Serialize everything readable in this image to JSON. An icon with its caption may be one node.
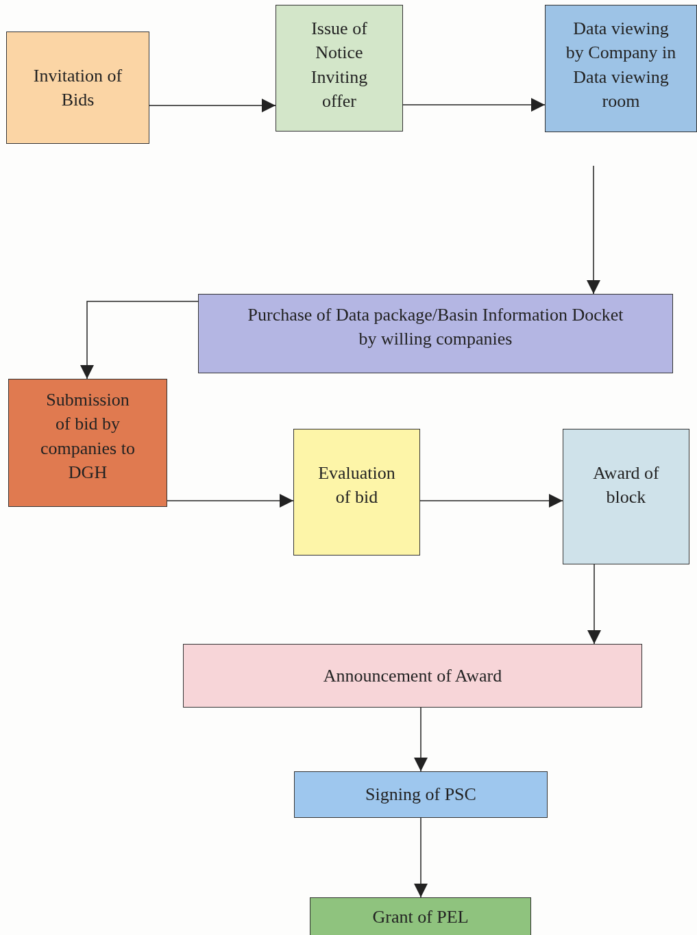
{
  "diagram": {
    "nodes": [
      {
        "text": [
          "Invitation of Bids"
        ]
      },
      {
        "text": [
          "Issue of Notice Inviting offer"
        ]
      },
      {
        "text": [
          "Data viewing by Company in Data viewing room"
        ]
      },
      {
        "text": [
          "Purchase of Data package/Basin Information Docket by willing companies"
        ]
      },
      {
        "text": [
          "Submission of bid by companies to DGH"
        ]
      },
      {
        "text": [
          "Evaluation of bid"
        ]
      },
      {
        "text": [
          "Award of block"
        ]
      },
      {
        "text": [
          "Announcement of Award"
        ]
      },
      {
        "text": [
          "Signing of PSC"
        ]
      },
      {
        "text": [
          "Grant of PEL"
        ]
      }
    ],
    "edges": [
      {
        "from": 0,
        "to": 1,
        "arrow": "to"
      },
      {
        "from": 1,
        "to": 2,
        "arrow": "to"
      },
      {
        "from": 2,
        "to": 3,
        "arrow": "to"
      },
      {
        "from": 3,
        "to": 4,
        "arrow": "to"
      },
      {
        "from": 4,
        "to": 5,
        "arrow": "to"
      },
      {
        "from": 5,
        "to": 6,
        "arrow": "to"
      },
      {
        "from": 6,
        "to": 7,
        "arrow": "to"
      },
      {
        "from": 7,
        "to": 8,
        "arrow": "to"
      },
      {
        "from": 8,
        "to": 9,
        "arrow": "to"
      }
    ]
  }
}
